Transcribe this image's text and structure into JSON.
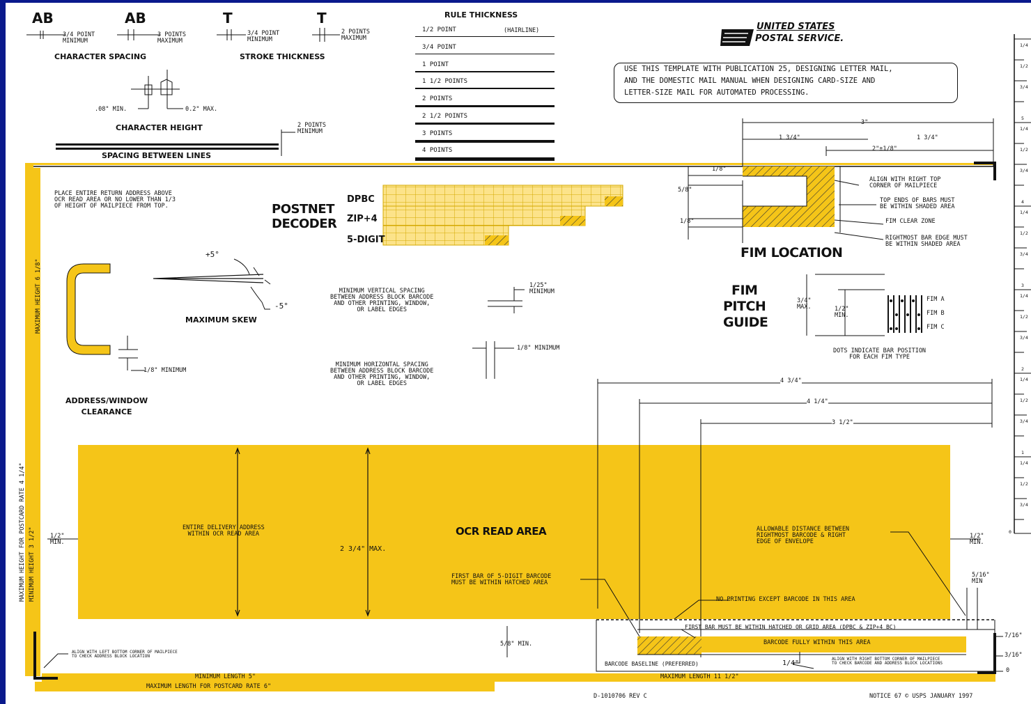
{
  "char_spacing": {
    "ab1": "AB",
    "ab1_note": "3/4 POINT\nMINIMUM",
    "ab2": "AB",
    "ab2_note": "3 POINTS\nMAXIMUM",
    "label": "CHARACTER SPACING"
  },
  "stroke": {
    "t1": "T",
    "t1_note": "3/4 POINT\nMINIMUM",
    "t2": "T",
    "t2_note": "2 POINTS\nMAXIMUM",
    "label": "STROKE THICKNESS"
  },
  "char_height": {
    "min": ".08\" MIN.",
    "max": "0.2\" MAX.",
    "label": "CHARACTER HEIGHT"
  },
  "line_spacing": {
    "note": "2 POINTS\nMINIMUM",
    "label": "SPACING BETWEEN LINES"
  },
  "rule_thickness": {
    "title": "RULE THICKNESS",
    "hairline": "(HAIRLINE)",
    "rules": [
      "1/2 POINT",
      "3/4 POINT",
      "1 POINT",
      "1 1/2 POINTS",
      "2 POINTS",
      "2 1/2 POINTS",
      "3 POINTS",
      "4 POINTS"
    ]
  },
  "usps": {
    "line1": "UNITED STATES",
    "line2": "POSTAL SERVICE."
  },
  "notice": {
    "l1": "USE THIS TEMPLATE WITH PUBLICATION 25, DESIGNING LETTER MAIL,",
    "l2": "AND THE DOMESTIC MAIL MANUAL WHEN DESIGNING CARD-SIZE AND",
    "l3": "LETTER-SIZE MAIL FOR AUTOMATED PROCESSING."
  },
  "fim_dims": {
    "three": "3\"",
    "one34a": "1 3/4\"",
    "one34b": "1 3/4\"",
    "two_one8": "2\"±1/8\"",
    "one8top": "1/8\"",
    "five8": "5/8\"",
    "one8bot": "1/8\""
  },
  "fim_notes": {
    "align": "ALIGN WITH RIGHT TOP\nCORNER OF MAILPIECE",
    "top_ends": "TOP ENDS OF BARS MUST\nBE WITHIN SHADED AREA",
    "clear": "FIM CLEAR ZONE",
    "rightmost": "RIGHTMOST BAR EDGE MUST\nBE WITHIN SHADED AREA",
    "title": "FIM LOCATION"
  },
  "return_addr": "PLACE ENTIRE RETURN ADDRESS ABOVE\nOCR READ AREA OR NO LOWER THAN 1/3\nOF HEIGHT OF MAILPIECE FROM TOP.",
  "postnet": {
    "l1": "POSTNET",
    "l2": "DECODER",
    "dpbc": "DPBC",
    "zip4": "ZIP+4",
    "five": "5-DIGIT"
  },
  "skew": {
    "plus": "+5°",
    "minus": "-5°",
    "label": "MAXIMUM SKEW"
  },
  "vert_spacing": {
    "text": "MINIMUM VERTICAL SPACING\nBETWEEN ADDRESS BLOCK BARCODE\nAND OTHER PRINTING, WINDOW,\nOR LABEL EDGES",
    "note": "1/25\"\nMINIMUM"
  },
  "horiz_spacing": {
    "text": "MINIMUM HORIZONTAL SPACING\nBETWEEN ADDRESS BLOCK BARCODE\nAND OTHER PRINTING, WINDOW,\nOR LABEL EDGES",
    "note": "1/8\" MINIMUM"
  },
  "pitch": {
    "title1": "FIM",
    "title2": "PITCH",
    "title3": "GUIDE",
    "max": "3/4\"\nMAX.",
    "min": "1/2\"\nMIN.",
    "a": "FIM A",
    "b": "FIM B",
    "c": "FIM C",
    "dots": "DOTS INDICATE BAR POSITION\nFOR EACH FIM TYPE"
  },
  "clearance": {
    "min": "1/8\" MINIMUM",
    "label": "ADDRESS/WINDOW\nCLEARANCE"
  },
  "dims": {
    "d434": "4 3/4\"",
    "d414": "4 1/4\"",
    "d312": "3 1/2\""
  },
  "ocr": {
    "title": "OCR READ AREA",
    "entire": "ENTIRE DELIVERY ADDRESS\nWITHIN OCR READ AREA",
    "max": "2 3/4\" MAX.",
    "first_bar": "FIRST BAR OF 5-DIGIT BARCODE\nMUST BE WITHIN HATCHED AREA",
    "allowable": "ALLOWABLE DISTANCE BETWEEN\nRIGHTMOST BARCODE & RIGHT\nEDGE OF ENVELOPE",
    "no_print": "NO PRINTING EXCEPT BARCODE IN THIS AREA",
    "half_left": "1/2\"\nMIN.",
    "half_right": "1/2\"\nMIN.",
    "five16": "5/16\"\nMIN"
  },
  "barcode": {
    "first": "FIRST BAR MUST BE WITHIN HATCHED OR GRID AREA (DPBC & ZIP+4 BC)",
    "fully": "BARCODE FULLY WITHIN THIS AREA",
    "baseline": "BARCODE BASELINE (PREFERRED)",
    "quarter": "1/4\"",
    "five8min": "5/8\" MIN.",
    "align_right": "ALIGN WITH RIGHT BOTTOM CORNER OF MAILPIECE\nTO CHECK BARCODE AND ADDRESS BLOCK LOCATIONS",
    "align_left": "ALIGN WITH LEFT BOTTOM CORNER OF MAILPIECE\nTO CHECK ADDRESS BLOCK LOCATION",
    "r716": "7/16\"",
    "r316": "3/16\"",
    "r0": "0"
  },
  "bottom": {
    "min5": "MINIMUM LENGTH 5\"",
    "max6": "MAXIMUM LENGTH FOR POSTCARD RATE 6\"",
    "max11": "MAXIMUM LENGTH 11 1/2\"",
    "docnum": "D-1010706 REV C",
    "notice": "NOTICE 67 © USPS JANUARY 1997"
  },
  "vertical": {
    "h618": "MAXIMUM HEIGHT 6 1/8\"",
    "h414": "MAXIMUM HEIGHT FOR POSTCARD RATE 4 1/4\"",
    "h312": "MINIMUM HEIGHT 3 1/2\""
  },
  "ruler": [
    "1/4",
    "1/2",
    "3/4",
    "5",
    "1/4",
    "1/2",
    "3/4",
    "4",
    "1/4",
    "1/2",
    "3/4",
    "3",
    "1/4",
    "1/2",
    "3/4",
    "2",
    "1/4",
    "1/2",
    "3/4",
    "1",
    "1/4",
    "1/2",
    "3/4",
    "0"
  ]
}
